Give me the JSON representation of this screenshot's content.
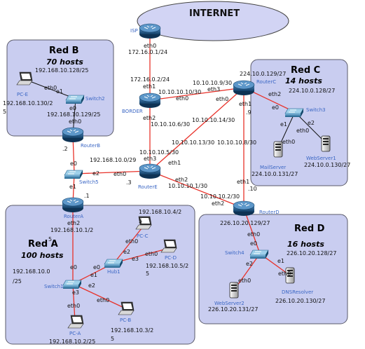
{
  "internet_label": "INTERNET",
  "zones": {
    "redB": {
      "title": "Red B",
      "subtitle": "70 hosts",
      "net": "192.168.10.128/25"
    },
    "redC": {
      "title": "Red C",
      "subtitle": "14 hosts",
      "net": "224.10.0.128/27"
    },
    "redA": {
      "title": "Red A",
      "subtitle": "100 hosts",
      "net1": "192.168.10.0",
      "net2": "/25"
    },
    "redD": {
      "title": "Red D",
      "subtitle": "16 hosts",
      "net": "226.10.20.128/27"
    }
  },
  "devices": {
    "isp": "ISP",
    "border": "BORDER",
    "routerA": "RouterA",
    "routerB": "RouterB",
    "routerC": "RouterC",
    "routerD": "RouterD",
    "routerE": "RouterE",
    "switch1": "Switch1",
    "switch2": "Switch2",
    "switch3": "Switch3",
    "switch4": "Switch4",
    "switch5": "Switch5",
    "hub1": "Hub1",
    "pcA": "PC-A",
    "pcB": "PC-B",
    "pcC": "PC-C",
    "pcD": "PC-D",
    "pcE": "PC-E",
    "mailServer": "MailServer",
    "webServer1": "WebServer1",
    "webServer2": "WebServer2",
    "dnsResolver": "DNSResolver"
  },
  "interfaces": {
    "isp_eth0": "eth0",
    "border_eth1": "eth1",
    "border_eth3": "eth3",
    "border_eth0": "eth0",
    "border_eth2": "eth2",
    "rc_eth3": "eth3",
    "rc_eth0": "eth0",
    "rc_eth1": "eth1",
    "rc_eth2": "eth2",
    "re_eth3": "eth3",
    "re_eth1": "eth1",
    "re_eth0": "eth0",
    "re_eth2": "eth2",
    "rd_eth2": "eth2",
    "rd_eth1": "eth1",
    "rd_eth0": "eth0",
    "rb_eth0": "eth0",
    "rb_e0": "e0",
    "sw2_e1": "e1",
    "sw2_e0": "e0",
    "pce_eth0": "eth0",
    "sw5_e0": "e0",
    "sw5_e1": "e1",
    "sw5_e2": "e2",
    "ra_eth0": "eth0",
    "ra_eth2": "eth2",
    "sw1_e0": "e0",
    "sw1_e1": "e1",
    "sw1_e2": "e2",
    "sw1_e3": "e3",
    "hub_e0": "e0",
    "hub_e1": "e1",
    "hub_e2": "e2",
    "hub_e3": "e3",
    "pcc_eth0": "eth0",
    "pcd_eth0": "eth0",
    "pca_eth0": "eth0",
    "pcb_eth0": "eth0",
    "sw3_e0": "e0",
    "sw3_e1": "e1",
    "sw3_e2": "e2",
    "mail_eth0": "eth0",
    "web1_eth0": "eth0",
    "sw4_e0": "e0",
    "sw4_e1": "e1",
    "sw4_e2": "e2",
    "web2_eth0": "eth0",
    "dns_eth0": "eth0"
  },
  "addresses": {
    "isp_ip": "172.16.0.1/24",
    "border_ip": "172.16.0.2/24",
    "link_10_0": "10.10.10.10/30",
    "link_10_9": "10.10.10.9/30",
    "link_10_6": "10.10.10.6/30",
    "link_10_14": "10.10.10.14/30",
    "link_10_13": "10.10.10.13/30",
    "link_10_5": "10.10.10.5/30",
    "link_10_8": "10.10.10.8/30",
    "link_10_1": "10.10.10.1/30",
    "link_10_2": "10.10.10.2/30",
    "rc_dot9": ".9",
    "rc_lan": "224.10.0.129/27",
    "rd_dot10": ".10",
    "re_dot3": ".3",
    "switch5_lan": "192.168.10.0/29",
    "rb_dot2": ".2",
    "ra_dot1": ".1",
    "ra_lan": "192.168.10.1/2",
    "ra_lan_suffix": "5",
    "rb_lan": "192.168.10.129/25",
    "pce_ip": "192.168.10.130/2",
    "pce_ip_suffix": "5",
    "pcc_ip": "192.168.10.4/2",
    "pcc_ip_suffix": "5",
    "pcd_ip": "192.168.10.5/2",
    "pcd_ip_suffix": "5",
    "pca_ip": "192.168.10.2/25",
    "pcb_ip": "192.168.10.3/2",
    "pcb_ip_suffix": "5",
    "mail_ip": "224.10.0.131/27",
    "web1_ip": "224.10.0.130/27",
    "rd_lan": "226.10.20.129/27",
    "web2_ip": "226.10.20.131/27",
    "dns_ip": "226.10.20.130/27"
  },
  "colors": {
    "zone_fill": "#c9cdf0",
    "zone_stroke": "#5a5a6a",
    "internet_fill": "#d2d4f4",
    "link_red": "#e8322a",
    "device_blue": "#3a66c4",
    "router_fill": "#1f5a8c",
    "switch_fill": "#2a79a6"
  }
}
